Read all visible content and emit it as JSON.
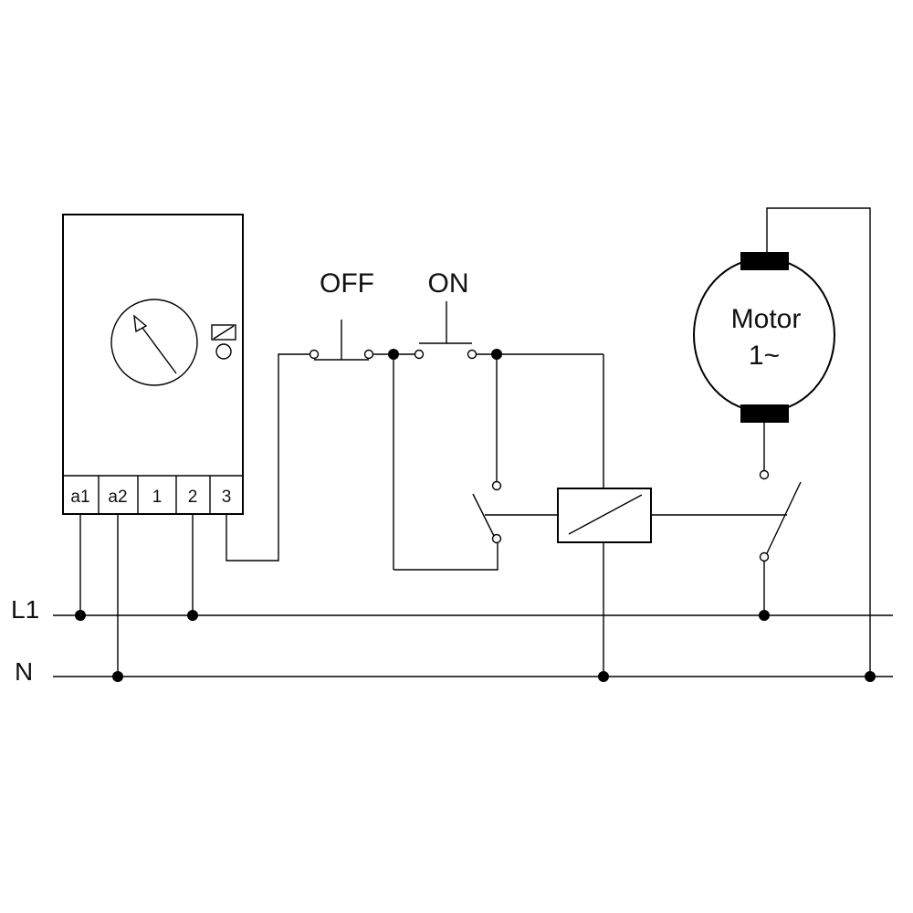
{
  "rails": {
    "l1_label": "L1",
    "n_label": "N"
  },
  "timer": {
    "terminals": [
      "a1",
      "a2",
      "1",
      "2",
      "3"
    ]
  },
  "buttons": {
    "off_label": "OFF",
    "on_label": "ON"
  },
  "motor": {
    "name": "Motor",
    "phase": "1~"
  }
}
